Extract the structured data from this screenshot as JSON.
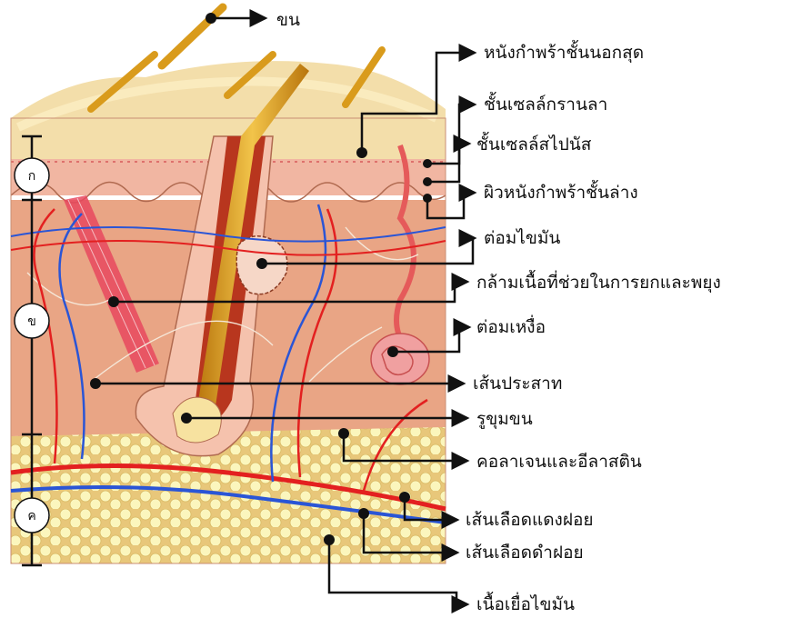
{
  "labels": {
    "hair": "ขน",
    "outermost_epidermis": "หนังกำพร้าชั้นนอกสุด",
    "granular_layer": "ชั้นเซลล์กรานลา",
    "spinous_layer": "ชั้นเซลล์สไปนัส",
    "lower_epidermis": "ผิวหนังกำพร้าชั้นล่าง",
    "sebaceous_gland": "ต่อมไขมัน",
    "arrector_pili_muscle": "กล้ามเนื้อที่ช่วยในการยกและพยุง",
    "sweat_gland": "ต่อมเหงื่อ",
    "nerve": "เส้นประสาท",
    "hair_follicle": "รูขุมขน",
    "collagen_elastin": "คอลาเจนและอีลาสติน",
    "arteriole": "เส้นเลือดแดงฝอย",
    "venule": "เส้นเลือดดำฝอย",
    "fat_tissue": "เนื้อเยื่อไขมัน"
  },
  "layers": {
    "epidermis": "ก",
    "dermis": "ข",
    "subcutis": "ค"
  },
  "colors": {
    "stratum_corneum": "#f3deaa",
    "epidermis": "#f1b6a2",
    "dermis": "#e9a585",
    "fat": "#f6f0a0",
    "hair": "#d99b1c",
    "artery": "#e32020",
    "vein": "#2a55d6"
  }
}
